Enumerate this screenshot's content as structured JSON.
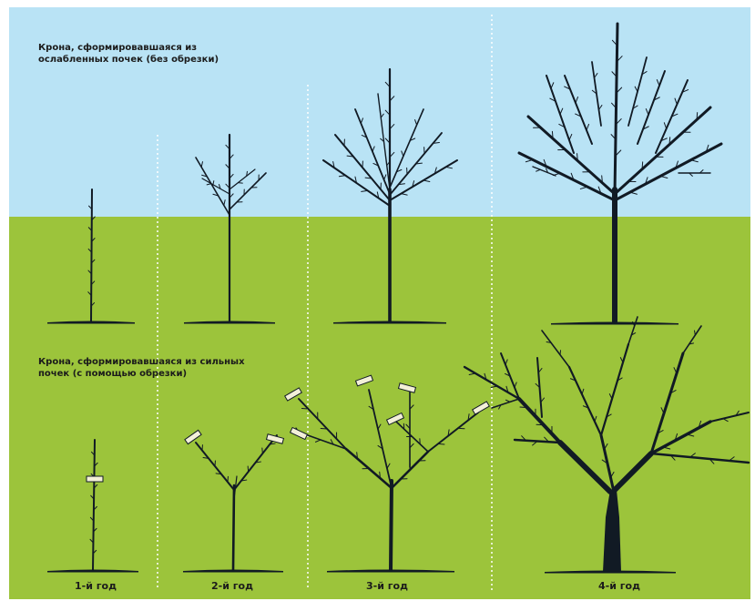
{
  "captions": {
    "top": "Крона, сформировавшаяся из\nослабленных почек (без обрезки)",
    "bottom": "Крона, сформировавшаяся из сильных\nпочек (с помощью обрезки)"
  },
  "years": [
    "1-й год",
    "2-й год",
    "3-й год",
    "4-й год"
  ],
  "colors": {
    "sky": "#b9e3f5",
    "ground": "#9cc43b",
    "tree": "#111a24",
    "cut_marker": "#f3f0d8",
    "divider": "#ffffff"
  }
}
